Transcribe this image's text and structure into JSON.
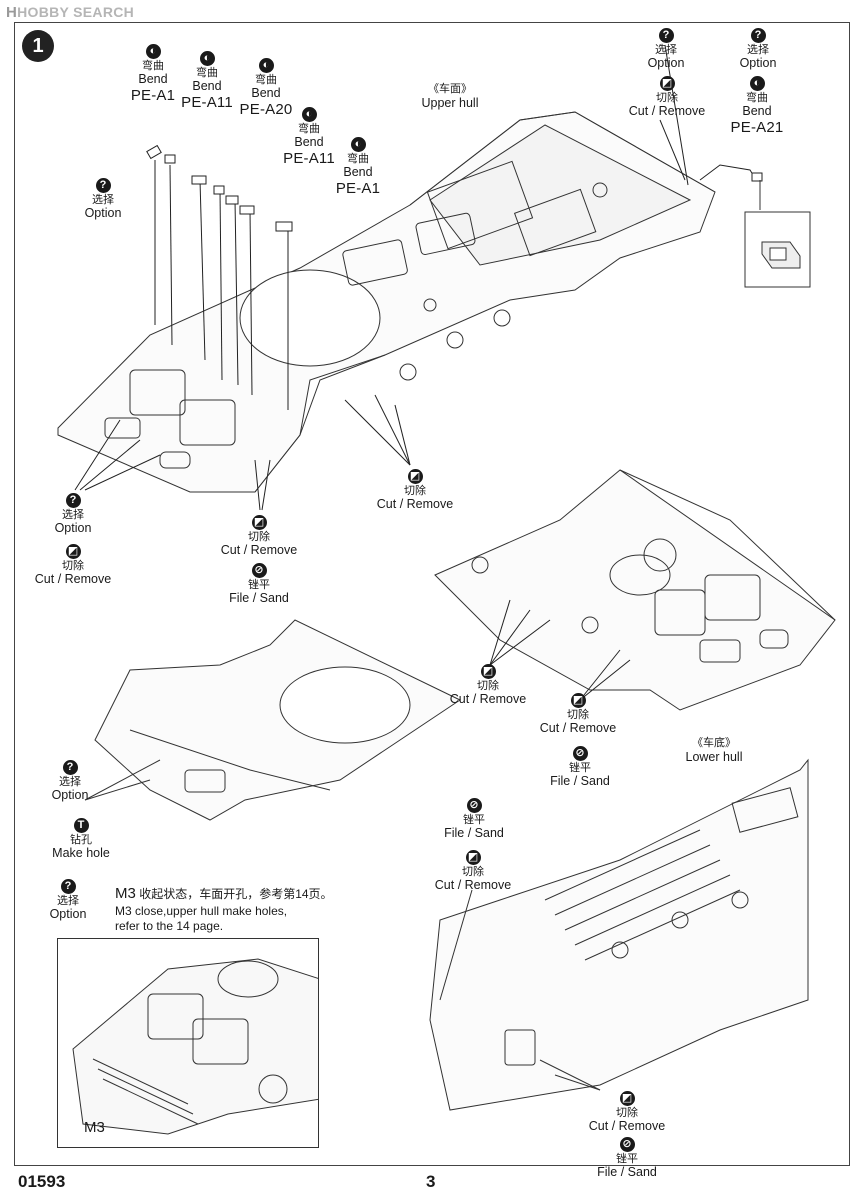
{
  "watermark": {
    "brand": "HOBBY SEARCH",
    "mark": "H"
  },
  "step": "1",
  "labels": {
    "pe_a1_top": {
      "cn": "弯曲",
      "en": "Bend",
      "part": "PE-A1"
    },
    "pe_a11_top": {
      "cn": "弯曲",
      "en": "Bend",
      "part": "PE-A11"
    },
    "pe_a20": {
      "cn": "弯曲",
      "en": "Bend",
      "part": "PE-A20"
    },
    "pe_a11_mid": {
      "cn": "弯曲",
      "en": "Bend",
      "part": "PE-A11"
    },
    "pe_a1_mid": {
      "cn": "弯曲",
      "en": "Bend",
      "part": "PE-A1"
    },
    "option_left": {
      "cn": "选择",
      "en": "Option"
    },
    "upper_hull": {
      "cn": "《车面》",
      "en": "Upper hull"
    },
    "option_tr1": {
      "cn": "选择",
      "en": "Option"
    },
    "cut_tr": {
      "cn": "切除",
      "en": "Cut / Remove"
    },
    "option_tr2": {
      "cn": "选择",
      "en": "Option"
    },
    "pe_a21": {
      "cn": "弯曲",
      "en": "Bend",
      "part": "PE-A21"
    },
    "cut_center": {
      "cn": "切除",
      "en": "Cut / Remove"
    },
    "option_l2": {
      "cn": "选择",
      "en": "Option"
    },
    "cut_l2": {
      "cn": "切除",
      "en": "Cut / Remove"
    },
    "cut_mid": {
      "cn": "切除",
      "en": "Cut / Remove"
    },
    "file_mid": {
      "cn": "锉平",
      "en": "File / Sand"
    },
    "cut_right1": {
      "cn": "切除",
      "en": "Cut / Remove"
    },
    "cut_right2": {
      "cn": "切除",
      "en": "Cut / Remove"
    },
    "file_right": {
      "cn": "锉平",
      "en": "File / Sand"
    },
    "lower_hull": {
      "cn": "《车底》",
      "en": "Lower hull"
    },
    "option_l3": {
      "cn": "选择",
      "en": "Option"
    },
    "make_hole": {
      "cn": "钻孔",
      "en": "Make hole"
    },
    "file_c2": {
      "cn": "锉平",
      "en": "File / Sand"
    },
    "cut_c2": {
      "cn": "切除",
      "en": "Cut / Remove"
    },
    "option_l4": {
      "cn": "选择",
      "en": "Option"
    },
    "cut_bottom": {
      "cn": "切除",
      "en": "Cut / Remove"
    },
    "file_bottom": {
      "cn": "锉平",
      "en": "File / Sand"
    }
  },
  "icons": {
    "option": "?",
    "hole": "T"
  },
  "note": {
    "m3": "M3",
    "cn": "收起状态，车面开孔，参考第14页。",
    "en_line1": "M3 close,upper hull make holes,",
    "en_line2": "refer to the 14 page."
  },
  "inset_label": "M3",
  "footer": {
    "code": "01593",
    "page": "3"
  }
}
